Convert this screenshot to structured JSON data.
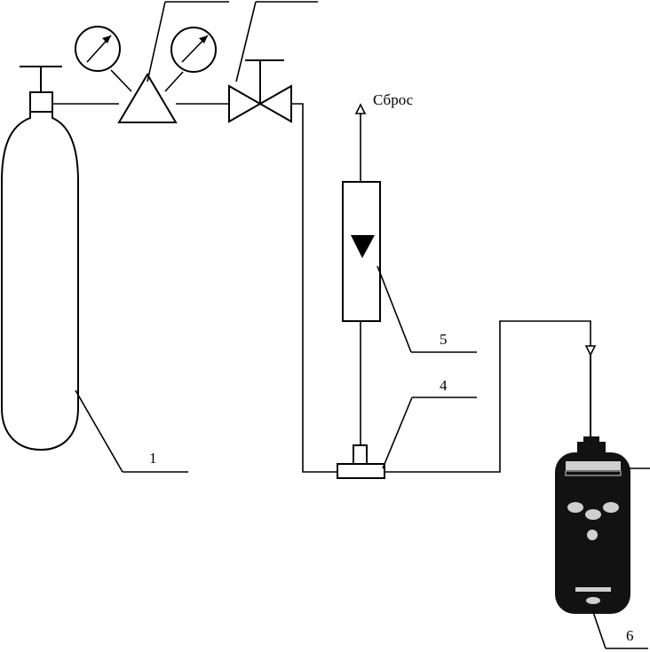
{
  "labels": {
    "vent": "Сброс",
    "cylinder": "1",
    "tee": "4",
    "rotameter": "5",
    "analyzer": "6"
  },
  "colors": {
    "line": "#000000",
    "device_body": "#121212",
    "device_highlight": "#cfcfcf"
  }
}
